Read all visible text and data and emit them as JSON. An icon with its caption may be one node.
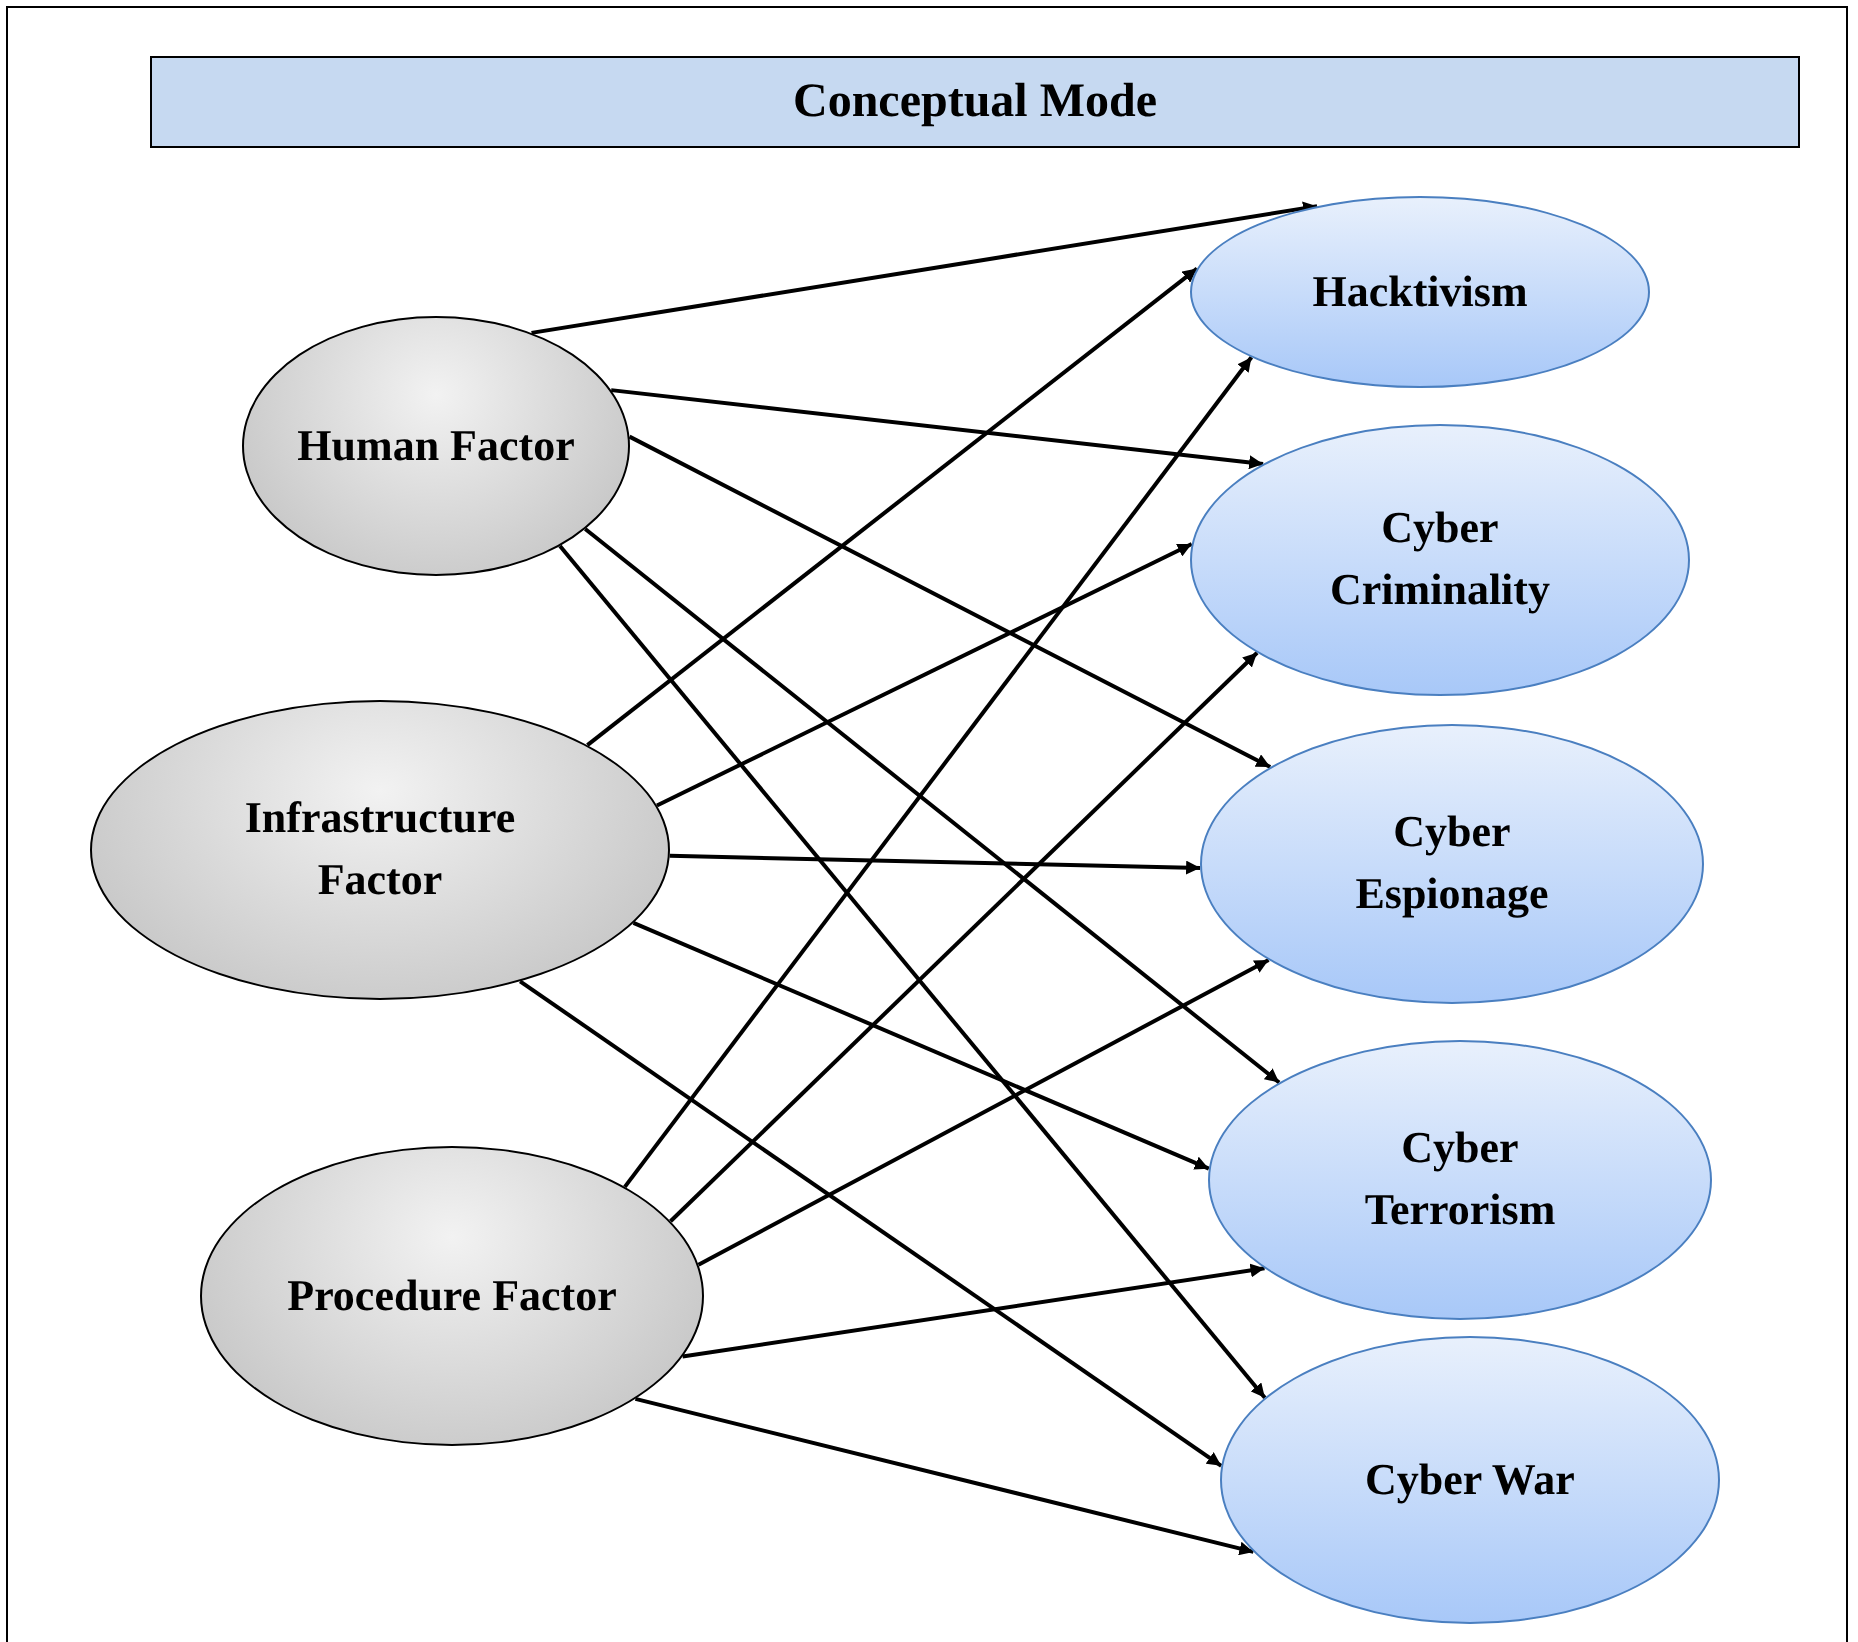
{
  "diagram": {
    "title": "Conceptual Mode",
    "nodes": [
      {
        "text": [
          "Human Factor"
        ]
      },
      {
        "text": [
          "Infrastructure Factor"
        ]
      },
      {
        "text": [
          "Procedure Factor"
        ]
      },
      {
        "text": [
          "Hacktivism"
        ]
      },
      {
        "text": [
          "Cyber Criminality"
        ]
      },
      {
        "text": [
          "Cyber Espionage"
        ]
      },
      {
        "text": [
          "Cyber Terrorism"
        ]
      },
      {
        "text": [
          "Cyber War"
        ]
      }
    ],
    "edges": [
      {
        "from": 0,
        "to": 3,
        "arrow": "to"
      },
      {
        "from": 0,
        "to": 4,
        "arrow": "to"
      },
      {
        "from": 0,
        "to": 5,
        "arrow": "to"
      },
      {
        "from": 0,
        "to": 6,
        "arrow": "to"
      },
      {
        "from": 0,
        "to": 7,
        "arrow": "to"
      },
      {
        "from": 1,
        "to": 3,
        "arrow": "to"
      },
      {
        "from": 1,
        "to": 4,
        "arrow": "to"
      },
      {
        "from": 1,
        "to": 5,
        "arrow": "to"
      },
      {
        "from": 1,
        "to": 6,
        "arrow": "to"
      },
      {
        "from": 1,
        "to": 7,
        "arrow": "to"
      },
      {
        "from": 2,
        "to": 3,
        "arrow": "to"
      },
      {
        "from": 2,
        "to": 4,
        "arrow": "to"
      },
      {
        "from": 2,
        "to": 5,
        "arrow": "to"
      },
      {
        "from": 2,
        "to": 6,
        "arrow": "to"
      },
      {
        "from": 2,
        "to": 7,
        "arrow": "to"
      }
    ]
  }
}
